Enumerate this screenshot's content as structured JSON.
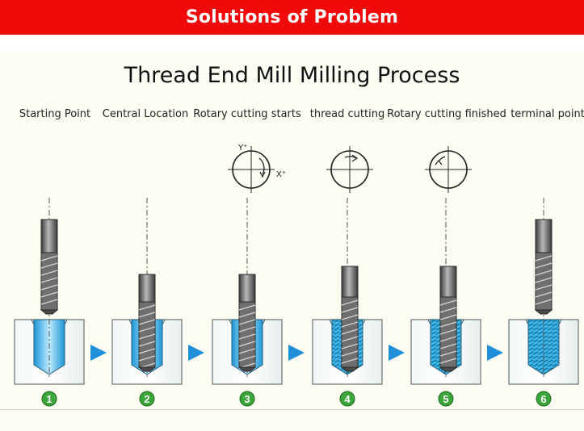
{
  "header": {
    "banner": "Solutions of Problem"
  },
  "diagram": {
    "title": "Thread End Mill Milling Process",
    "steps": [
      {
        "label": "Starting Point",
        "number": "1"
      },
      {
        "label": "Central Location",
        "number": "2"
      },
      {
        "label": "Rotary cutting starts",
        "number": "3"
      },
      {
        "label": "thread cutting",
        "number": "4"
      },
      {
        "label": "Rotary cutting finished",
        "number": "5"
      },
      {
        "label": "terminal point",
        "number": "6"
      }
    ],
    "axis": {
      "y_label": "Y⁺",
      "x_label": "X⁺"
    }
  },
  "colors": {
    "banner": "#f00a0a",
    "arrow": "#1e8fd8",
    "badge": "#3aa63a",
    "hole": "#3fb6e6",
    "tool": "#555555"
  }
}
